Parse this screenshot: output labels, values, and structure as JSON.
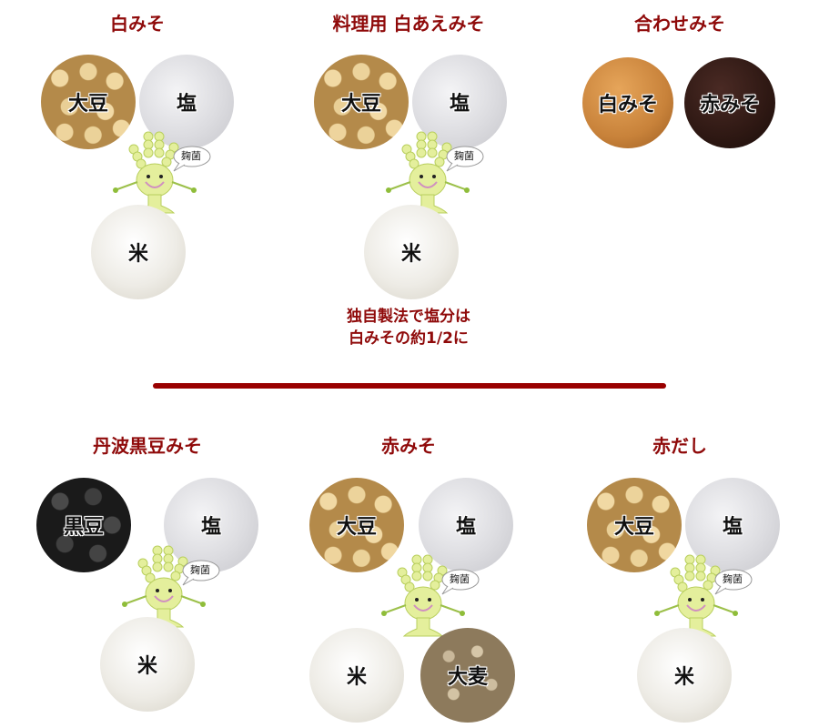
{
  "colors": {
    "title": "#8f0a0a",
    "divider": "#990000"
  },
  "koji_label": "麹菌",
  "sections": [
    {
      "id": "shiro-miso",
      "title": "白みそ",
      "ingredients": [
        "大豆",
        "塩",
        "米"
      ]
    },
    {
      "id": "ryouriyou-shiroae-miso",
      "title": "料理用 白あえみそ",
      "ingredients": [
        "大豆",
        "塩",
        "米"
      ],
      "note": [
        "独自製法で塩分は",
        "白みその約1/2に"
      ]
    },
    {
      "id": "awase-miso",
      "title": "合わせみそ",
      "ingredients": [
        "白みそ",
        "赤みそ"
      ]
    },
    {
      "id": "tamba-kuromame-miso",
      "title": "丹波黒豆みそ",
      "ingredients": [
        "黒豆",
        "塩",
        "米"
      ]
    },
    {
      "id": "aka-miso",
      "title": "赤みそ",
      "ingredients": [
        "大豆",
        "塩",
        "米",
        "大麦"
      ]
    },
    {
      "id": "akadashi",
      "title": "赤だし",
      "ingredients": [
        "大豆",
        "塩",
        "米"
      ]
    }
  ]
}
